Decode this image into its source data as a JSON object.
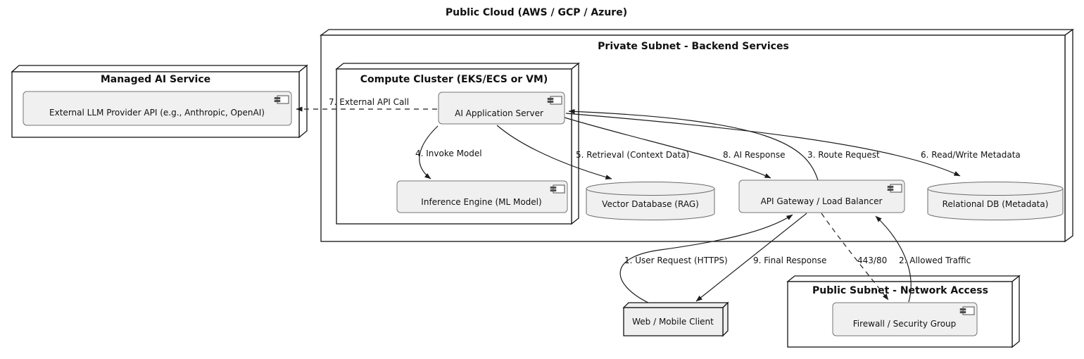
{
  "diagram": {
    "title": "Public Cloud (AWS / GCP / Azure)",
    "containers": {
      "managed_ai": {
        "title": "Managed AI Service"
      },
      "private_subnet": {
        "title": "Private Subnet - Backend Services"
      },
      "compute_cluster": {
        "title": "Compute Cluster (EKS/ECS or VM)"
      },
      "public_subnet": {
        "title": "Public Subnet - Network Access"
      }
    },
    "components": {
      "llm_api": {
        "label": "External LLM Provider API (e.g., Anthropic, OpenAI)"
      },
      "app_server": {
        "label": "AI Application Server"
      },
      "inference_engine": {
        "label": "Inference Engine (ML Model)"
      },
      "api_gateway": {
        "label": "API Gateway / Load Balancer"
      },
      "firewall": {
        "label": "Firewall / Security Group"
      }
    },
    "databases": {
      "vector_db": {
        "label": "Vector Database (RAG)"
      },
      "relational_db": {
        "label": "Relational DB (Metadata)"
      }
    },
    "nodes": {
      "web_client": {
        "label": "Web / Mobile Client"
      }
    },
    "edges": {
      "user_request": {
        "label": "1. User Request (HTTPS)"
      },
      "allowed_traffic": {
        "label": "2. Allowed Traffic"
      },
      "route_request": {
        "label": "3. Route Request"
      },
      "invoke_model": {
        "label": "4. Invoke Model"
      },
      "retrieval": {
        "label": "5. Retrieval (Context Data)"
      },
      "read_write_metadata": {
        "label": "6. Read/Write Metadata"
      },
      "external_api_call": {
        "label": "7. External API Call"
      },
      "ai_response": {
        "label": "8. AI Response"
      },
      "final_response": {
        "label": "9. Final Response"
      },
      "port": {
        "label": "443/80"
      }
    },
    "colors": {
      "background": "#ffffff",
      "node_fill": "#ffffff",
      "node_border": "#141414",
      "component_fill": "#f0f0f0",
      "component_border": "#767676",
      "arrow": "#1c1c1c",
      "text": "#111111"
    }
  }
}
